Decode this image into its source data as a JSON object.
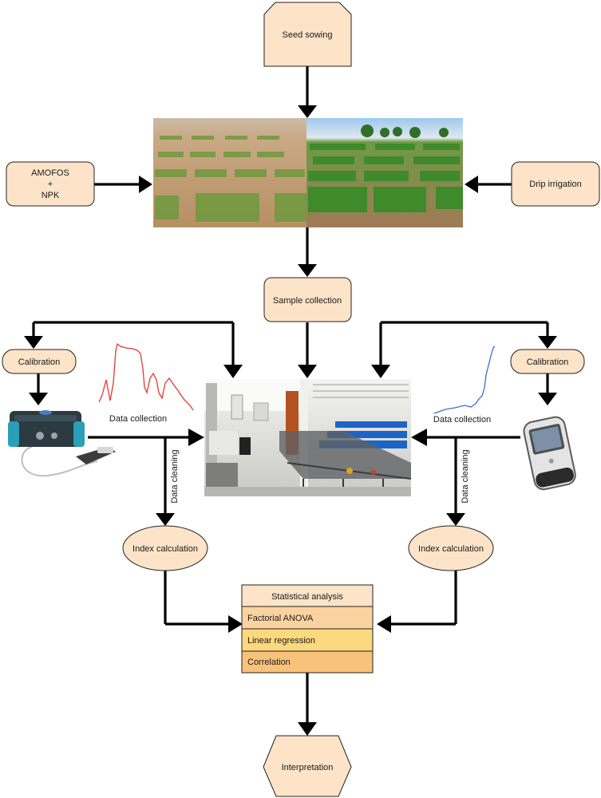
{
  "nodes": {
    "seed_sowing": "Seed sowing",
    "amofos_line1": "AMOFOS",
    "amofos_line2": "+",
    "amofos_line3": "NPK",
    "drip_irrigation": "Drip irrigation",
    "sample_collection": "Sample collection",
    "calibration_left": "Calibration",
    "calibration_right": "Calibration",
    "data_collection_left": "Data collection",
    "data_collection_right": "Data collection",
    "data_cleaning_left": "Data cleaning",
    "data_cleaning_right": "Data cleaning",
    "index_calc_left": "Index calculation",
    "index_calc_right": "Index calculation",
    "interpretation": "Interpretation"
  },
  "stats_table": {
    "header": "Statistical analysis",
    "rows": [
      "Factorial ANOVA",
      "Linear regression",
      "Correlation"
    ]
  },
  "colors": {
    "node_fill": "#fde3c8",
    "row_1": "#fbd3a0",
    "row_2": "#fcd87e",
    "row_3": "#f9c27a",
    "spectrum_left": "#e53935",
    "spectrum_right": "#3a6fd8"
  },
  "images": {
    "field_photo": "field-plots-photo",
    "lab_photo": "phenotyping-lab-photo",
    "spectroradiometer": "spectroradiometer-device",
    "handheld_meter": "handheld-meter-device"
  }
}
